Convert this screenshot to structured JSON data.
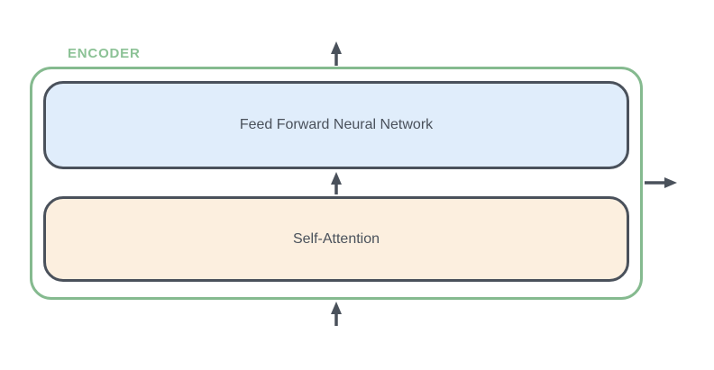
{
  "diagram": {
    "encoder_label": "ENCODER",
    "blocks": [
      {
        "id": "feed-forward",
        "label": "Feed Forward Neural Network",
        "fill": "#e0edfb"
      },
      {
        "id": "self-attention",
        "label": "Self-Attention",
        "fill": "#fcefdf"
      }
    ],
    "arrows": [
      {
        "id": "encoder-output-top",
        "direction": "up"
      },
      {
        "id": "attention-to-ffnn",
        "direction": "up"
      },
      {
        "id": "encoder-input-bottom",
        "direction": "up"
      },
      {
        "id": "encoder-output-right",
        "direction": "right"
      }
    ],
    "colors": {
      "background": "#ffffff",
      "encoder_border": "#85ba8f",
      "encoder_label": "#8cc296",
      "block_border": "#4a515b",
      "ffnn_fill": "#e0edfb",
      "attention_fill": "#fcefdf",
      "arrow": "#4a515b",
      "label_text": "#4a515b"
    }
  }
}
